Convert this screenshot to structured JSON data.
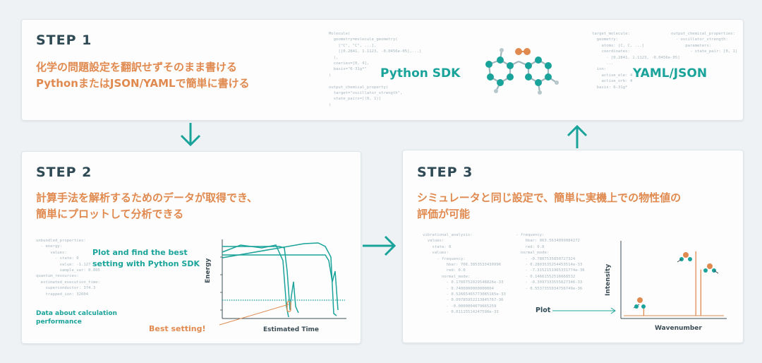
{
  "colors": {
    "teal": "#1aa39a",
    "orange": "#e08a50",
    "title": "#2f4a55",
    "code": "#a7b7bd"
  },
  "step1": {
    "title": "STEP 1",
    "line1": "化学の問題設定を翻訳せずそのまま書ける",
    "line2": "PythonまたはJSON/YAMLで簡単に書ける",
    "python_sdk_label": "Python SDK",
    "yaml_label": "YAML/JSON",
    "python_code": "Molecule(\n  geometry=molecule_geometry(\n    [\"C\", \"C\", ...],\n    [[0.2841, 1.1123, -0.0456e-05],...]\n  ),\n  coeries=[0, 4],\n  basis=\"6-31g*\"\n)\n\noutput_chemical_property(\n  target=\"oscillator_strength\",\n  state_pairs=[(0, 1)]\n)",
    "yaml_code": "target_molecule:\n  geometry:\n    atoms: [C, C, ...]\n    coordinates:\n      - [0.2841, 1.1123, -0.0456e-05]\n      ...\n  ion:\n    active_ele: 4\n    active_orb: 4\n  basis: 6-31g*",
    "yaml_code2": "output_chemical_properties:\n  - oscillator_strength:\n      parameters:\n        - state_pair: [0, 1]"
  },
  "step2": {
    "title": "STEP 2",
    "line1": "計算手法を解析するためのデータが取得でき、",
    "line2": "簡単にプロットして分析できる",
    "code": "unbundled_properties:\n  - energy:\n      values:\n        - state: 0\n          value: -1.127\n          sample_var: 0.005\nquantum_resources:\n  estimated_execution_time:\n    superconductor: 374.3\n    trapped_ion: 32604",
    "plot_note_line1": "Plot and find the best",
    "plot_note_line2": "setting with Python SDK",
    "data_note_line1": "Data about calculation",
    "data_note_line2": "performance",
    "best_setting": "Best setting!"
  },
  "step3": {
    "title": "STEP 3",
    "line1": "シミュレータと同じ設定で、簡単に実機上での物性値の",
    "line2": "評価が可能",
    "code_left": "vibrational_analysis:\n  values:\n    state: 0\n    values:\n      - frequency:\n          hbar: 706.3853533430996\n          red: 0.0\n        normal_mode:\n          - 0.1760752029548826e-33\n          - 0.7400000000000004\n          - 0.52665465773085165e-33\n          - 0.09785952213845767-36\n          - -0.0000004079665259\n          - 0.01115514247590e-33",
    "code_right": "- frequency:\n    hbar: 963.5634099084272\n    red: 0.0\n  normal_mode:\n    - -0.7807535850727324\n    - 0.2803535254453514e-33\n    - -7.3152151965331774e-36\n    - 0.14661552516668532\n    - -0.3097333555627346-33\n    - 0.5537355034756749e-36",
    "plot_label": "Plot"
  },
  "chart_data": [
    {
      "type": "line",
      "title": "",
      "xlabel": "Estimated Time",
      "ylabel": "Energy",
      "grid": false,
      "reference_line": "dotted horizontal",
      "annotation": "Best setting!"
    },
    {
      "type": "bar",
      "title": "",
      "xlabel": "Wavenumber",
      "ylabel": "Intensity",
      "grid": false,
      "peaks": [
        {
          "x": 0.2,
          "intensity": 0.15
        },
        {
          "x": 0.72,
          "intensity": 0.95
        },
        {
          "x": 0.77,
          "intensity": 0.68
        }
      ]
    }
  ]
}
